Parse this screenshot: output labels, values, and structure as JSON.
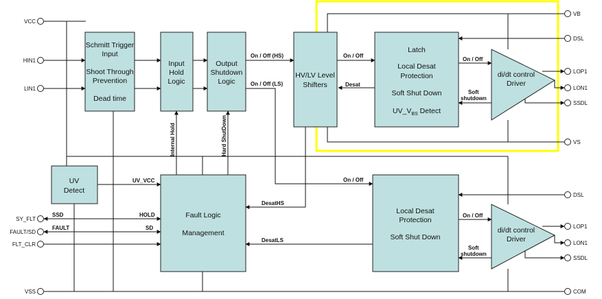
{
  "colors": {
    "block_fill": "#bfe0e0",
    "highlight": "#ffff00",
    "line": "#111111"
  },
  "pins": {
    "vcc": "VCC",
    "hin1": "HIN1",
    "lin1": "LIN1",
    "sy_flt": "SY_FLT",
    "fault_sd": "FAULT/SD",
    "flt_clr": "FLT_CLR",
    "vss": "VSS",
    "vb": "VB",
    "dsl_high": "DSL",
    "lop1_high": "LOP1",
    "lon1_high": "LON1",
    "ssdl_high": "SSDL",
    "vs": "VS",
    "dsl_low": "DSL",
    "lop1_low": "LOP1",
    "lon1_low": "LON1",
    "ssdl_low": "SSDL",
    "com": "COM"
  },
  "blocks": {
    "schmitt": {
      "line1": "Schmitt Trigger",
      "line2": "Input",
      "line3": "Shoot Through",
      "line4": "Prevention",
      "line5": "Dead time"
    },
    "input_hold": {
      "line1": "Input",
      "line2": "Hold",
      "line3": "Logic"
    },
    "output_shutdown": {
      "line1": "Output",
      "line2": "Shutdown",
      "line3": "Logic"
    },
    "level_shifters": {
      "line1": "HV/LV Level",
      "line2": "Shifters"
    },
    "high_side": {
      "line1": "Latch",
      "line2": "Local Desat",
      "line3": "Protection",
      "line4": "Soft Shut Down",
      "line5_main": "UV_V",
      "line5_sub": "BS",
      "line5_end": " Detect"
    },
    "uv_detect": {
      "line1": "UV",
      "line2": "Detect"
    },
    "fault_logic": {
      "line1": "Fault Logic",
      "line2": "Management"
    },
    "low_side": {
      "line1": "Local Desat",
      "line2": "Protection",
      "line3": "Soft Shut Down"
    },
    "driver_high": {
      "line1": "di/dt control",
      "line2": "Driver"
    },
    "driver_low": {
      "line1": "di/dt control",
      "line2": "Driver"
    }
  },
  "signals": {
    "on_off_hs": "On / Off (HS)",
    "on_off_ls": "On / Off (LS)",
    "on_off_shifter": "On / Off",
    "desat": "Desat",
    "on_off_driver_high": "On / Off",
    "soft_high_1": "Soft",
    "soft_high_2": "shutdown",
    "internal_hold": "Internal Hold",
    "hard_shutdown": "Hard ShutDown",
    "uv_vcc": "UV_VCC",
    "ssd": "SSD",
    "hold": "HOLD",
    "fault": "FAULT",
    "sd": "SD",
    "desat_hs": "DesatHS",
    "desat_ls": "DesatLS",
    "on_off_low": "On / Off",
    "on_off_driver_low": "On / Off",
    "soft_low_1": "Soft",
    "soft_low_2": "shutdown"
  }
}
